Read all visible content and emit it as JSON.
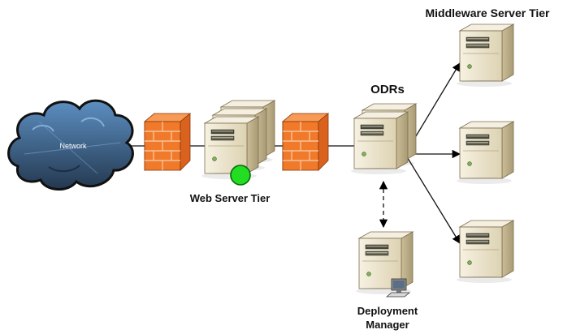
{
  "labels": {
    "network": "Network",
    "web_server_tier": "Web Server Tier",
    "odrs": "ODRs",
    "middleware_server_tier": "Middleware Server Tier",
    "deployment_manager_line1": "Deployment",
    "deployment_manager_line2": "Manager"
  },
  "colors": {
    "server_body": "#e9e1c8",
    "server_side": "#c7b995",
    "server_top": "#f4efe0",
    "firewall_brick": "#f07a2a",
    "firewall_mortar": "#f7b27a",
    "cloud_dark": "#2a3b50",
    "cloud_light": "#4d84b8",
    "status_green": "#22dd22",
    "arrow": "#000000"
  },
  "icons": [
    "cloud-icon",
    "firewall-icon",
    "server-icon",
    "workstation-icon",
    "status-indicator-icon"
  ]
}
